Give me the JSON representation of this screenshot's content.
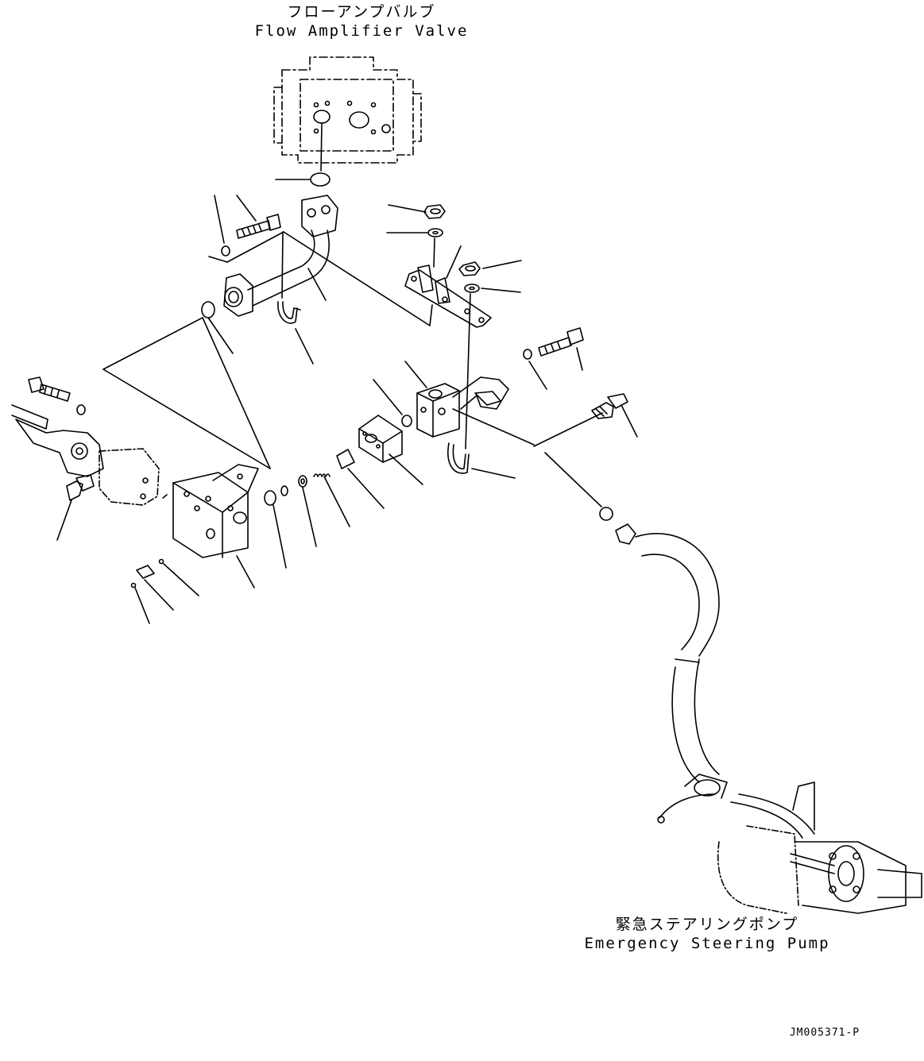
{
  "labels": {
    "flow_amplifier_jp": "フローアンプバルブ",
    "flow_amplifier_en": "Flow Amplifier Valve",
    "steering_pump_jp": "緊急ステアリングポンプ",
    "steering_pump_en": "Emergency Steering Pump",
    "drawing_number": "JM005371-P"
  },
  "colors": {
    "line": "#000000",
    "background": "#ffffff"
  }
}
